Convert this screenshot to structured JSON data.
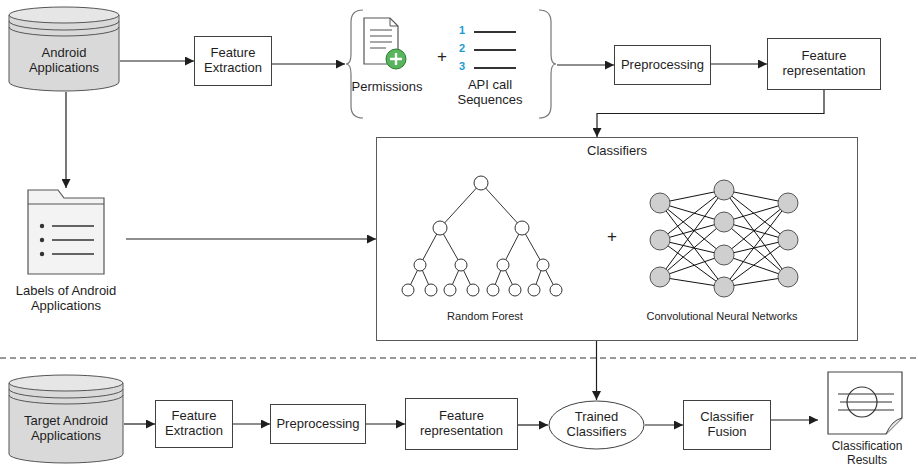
{
  "diagram": {
    "nodes": [
      {
        "text": [
          "Android Applications"
        ]
      },
      {
        "text": [
          "Feature Extraction"
        ]
      },
      {
        "text": [
          "Permissions",
          "API call Sequences"
        ]
      },
      {
        "text": [
          "Preprocessing"
        ]
      },
      {
        "text": [
          "Feature representation"
        ]
      },
      {
        "text": [
          "Classifiers",
          "Random Forest",
          "Convolutional Neural Networks"
        ]
      },
      {
        "text": [
          "Labels of Android Applications"
        ]
      },
      {
        "text": [
          "Target Android Applications"
        ]
      },
      {
        "text": [
          "Feature Extraction"
        ]
      },
      {
        "text": [
          "Preprocessing"
        ]
      },
      {
        "text": [
          "Feature representation"
        ]
      },
      {
        "text": [
          "Trained Classifiers"
        ]
      },
      {
        "text": [
          "Classifier Fusion"
        ]
      },
      {
        "text": [
          "Classification Results"
        ]
      }
    ],
    "edges": [
      {
        "from": 0,
        "to": 1,
        "arrow": "to"
      },
      {
        "from": 1,
        "to": 2,
        "arrow": "to"
      },
      {
        "from": 2,
        "to": 3,
        "arrow": "to"
      },
      {
        "from": 3,
        "to": 4,
        "arrow": "to"
      },
      {
        "from": 4,
        "to": 5,
        "arrow": "to"
      },
      {
        "from": 0,
        "to": 6,
        "arrow": "to"
      },
      {
        "from": 6,
        "to": 5,
        "arrow": "to"
      },
      {
        "from": 5,
        "to": 11,
        "arrow": "to"
      },
      {
        "from": 7,
        "to": 8,
        "arrow": "to"
      },
      {
        "from": 8,
        "to": 9,
        "arrow": "to"
      },
      {
        "from": 9,
        "to": 10,
        "arrow": "to"
      },
      {
        "from": 10,
        "to": 11,
        "arrow": "to"
      },
      {
        "from": 11,
        "to": 12,
        "arrow": "to"
      },
      {
        "from": 12,
        "to": 13,
        "arrow": "to"
      }
    ],
    "labels": [
      "+",
      "1",
      "2",
      "3",
      "+"
    ]
  }
}
